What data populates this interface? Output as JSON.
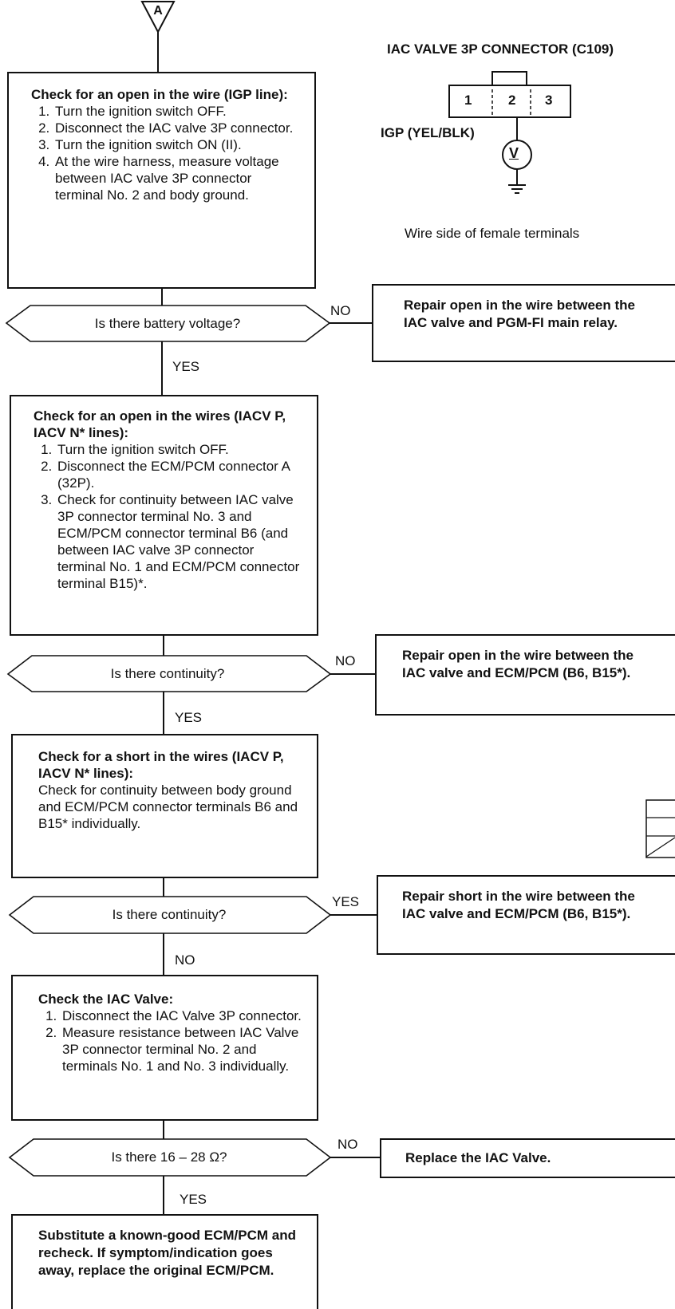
{
  "start_marker": "A",
  "connector": {
    "title": "IAC VALVE 3P CONNECTOR (C109)",
    "pins": [
      "1",
      "2",
      "3"
    ],
    "wire_label": "IGP (YEL/BLK)",
    "meter_symbol": "V",
    "caption": "Wire side of female terminals"
  },
  "step1": {
    "title": "Check for an open in the wire (IGP line):",
    "items": [
      "Turn the ignition switch OFF.",
      "Disconnect the IAC valve 3P connector.",
      "Turn the ignition switch ON (II).",
      "At the wire harness, measure voltage between IAC valve 3P connector terminal No. 2 and body ground."
    ]
  },
  "q1": {
    "text": "Is there battery voltage?",
    "side": "NO",
    "down": "YES"
  },
  "a1": "Repair open in the wire between the IAC valve and PGM-FI main relay.",
  "step2": {
    "title": "Check for an open in the wires (IACV P, IACV N* lines):",
    "items": [
      "Turn the ignition switch OFF.",
      "Disconnect the ECM/PCM connector A (32P).",
      "Check for continuity between IAC valve 3P connector terminal No. 3 and ECM/PCM connector terminal B6 (and between IAC valve 3P connector terminal No. 1 and ECM/PCM connector terminal B15)*."
    ]
  },
  "q2": {
    "text": "Is there continuity?",
    "side": "NO",
    "down": "YES"
  },
  "a2": "Repair open in the wire between the IAC valve and ECM/PCM (B6, B15*).",
  "step3": {
    "title": "Check for a short in the wires (IACV P, IACV N* lines):",
    "body": "Check for continuity between body ground and ECM/PCM connector terminals B6 and B15* individually."
  },
  "q3": {
    "text": "Is there continuity?",
    "side": "YES",
    "down": "NO"
  },
  "a3": "Repair short in the wire between the IAC valve and ECM/PCM (B6, B15*).",
  "step4": {
    "title": "Check the IAC Valve:",
    "items": [
      "Disconnect the IAC Valve 3P connector.",
      "Measure resistance between IAC Valve 3P connector terminal No. 2 and terminals No. 1 and No. 3 individually."
    ]
  },
  "q4": {
    "text": "Is there 16 – 28 Ω?",
    "side": "NO",
    "down": "YES"
  },
  "a4": "Replace the IAC Valve.",
  "final": "Substitute a known-good ECM/PCM and recheck. If symptom/indication goes away, replace the original ECM/PCM."
}
